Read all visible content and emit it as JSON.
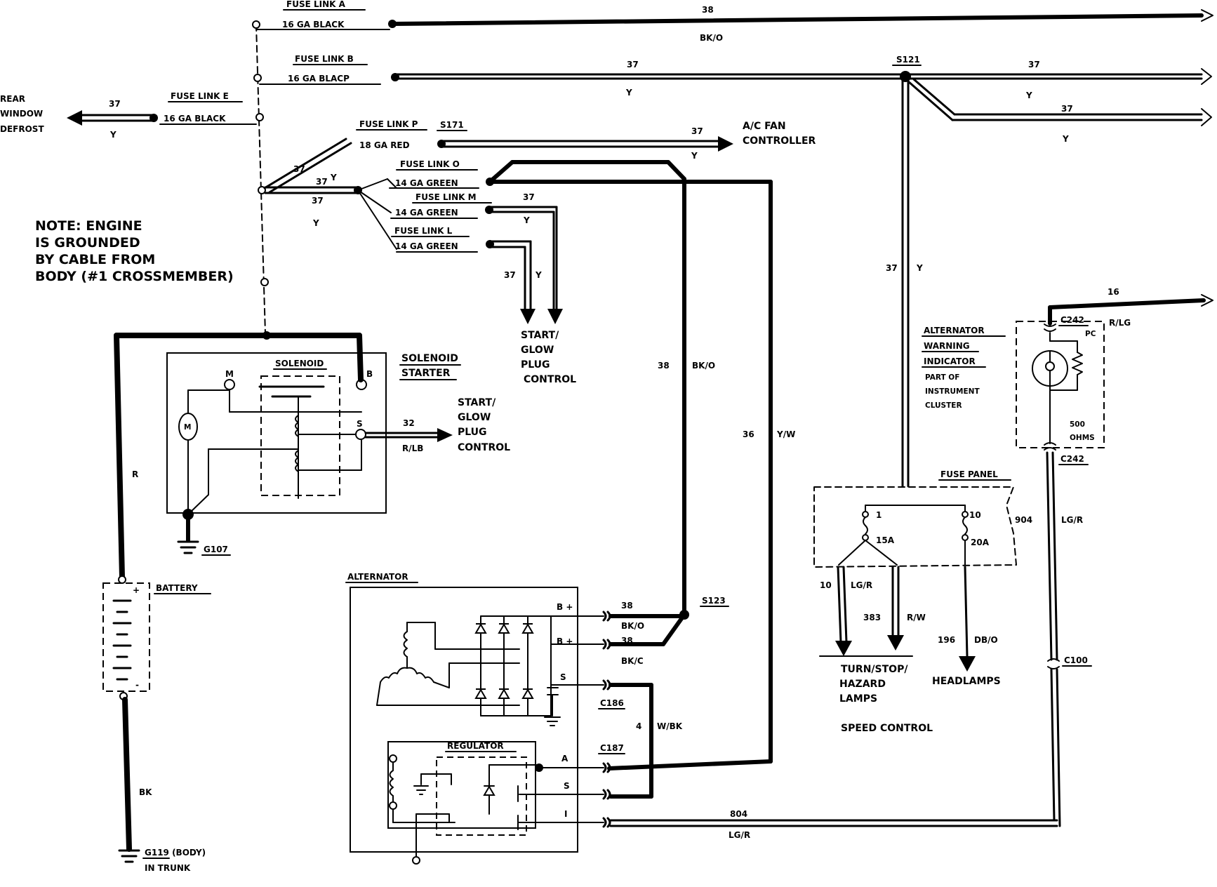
{
  "fuse_links": {
    "a": {
      "name": "FUSE LINK A",
      "gauge": "16 GA BLACK"
    },
    "b": {
      "name": "FUSE LINK B",
      "gauge": "16 GA BLACP"
    },
    "e": {
      "name": "FUSE LINK E",
      "gauge": "16 GA BLACK"
    },
    "p": {
      "name": "FUSE LINK P",
      "gauge": "18 GA RED"
    },
    "o": {
      "name": "FUSE LINK O",
      "gauge": "14 GA GREEN"
    },
    "m": {
      "name": "FUSE LINK M",
      "gauge": "14 GA GREEN"
    },
    "l": {
      "name": "FUSE LINK L",
      "gauge": "14 GA GREEN"
    }
  },
  "circuits": {
    "c38": "38",
    "bko": "BK/O",
    "bkc": "BK/C",
    "c37": "37",
    "y": "Y",
    "c36": "36",
    "yw": "Y/W",
    "c32": "32",
    "rlb": "R/LB",
    "c16": "16",
    "rlg": "R/LG",
    "c904": "904",
    "c804": "804",
    "lgr": "LG/R",
    "c10": "10",
    "c383": "383",
    "rw": "R/W",
    "c196": "196",
    "dbo": "DB/O",
    "c4": "4",
    "wbk": "W/BK",
    "r": "R",
    "bk": "BK"
  },
  "splices": {
    "s121": "S121",
    "s171": "S171",
    "s123": "S123"
  },
  "connectors": {
    "c242": "C242",
    "c186": "C186",
    "c187": "C187",
    "c100": "C100"
  },
  "grounds": {
    "g107": "G107",
    "g119_line1": "G119 (BODY)",
    "g119_line2": "IN TRUNK"
  },
  "destinations": {
    "rear_defrost": [
      "REAR",
      "WINDOW",
      "DEFROST"
    ],
    "ac_fan": [
      "A/C FAN",
      "CONTROLLER"
    ],
    "start_glow_1": [
      "START/",
      "GLOW",
      "PLUG",
      "CONTROL"
    ],
    "start_glow_2": [
      "START/",
      "GLOW",
      "PLUG",
      "CONTROL"
    ],
    "turn_stop": [
      "TURN/STOP/",
      "HAZARD",
      "LAMPS"
    ],
    "headlamps": "HEADLAMPS",
    "speed_control": "SPEED CONTROL"
  },
  "note": [
    "NOTE: ENGINE",
    "IS GROUNDED",
    "BY CABLE FROM",
    "BODY (#1 CROSSMEMBER)"
  ],
  "components": {
    "solenoid": "SOLENOID",
    "solenoid_starter": [
      "SOLENOID",
      "STARTER"
    ],
    "battery": "BATTERY",
    "alternator": "ALTERNATOR",
    "regulator": "REGULATOR",
    "fuse_panel": "FUSE PANEL",
    "warning": [
      "ALTERNATOR",
      "WARNING",
      "INDICATOR"
    ],
    "warning_sub": [
      "PART OF",
      "INSTRUMENT",
      "CLUSTER"
    ],
    "pc": "PC",
    "ohms": [
      "500",
      "OHMS"
    ]
  },
  "terminals": {
    "m_motor": "M",
    "m": "M",
    "s": "S",
    "b": "B",
    "b_plus_1": "B +",
    "b_plus_2": "B +",
    "alt_s": "S",
    "reg_a": "A",
    "reg_s": "S",
    "reg_i": "I",
    "batt_plus": "+",
    "batt_minus": "-"
  },
  "fuses": {
    "f1_num": "1",
    "f1_rating": "15A",
    "f10_num": "10",
    "f10_rating": "20A"
  }
}
